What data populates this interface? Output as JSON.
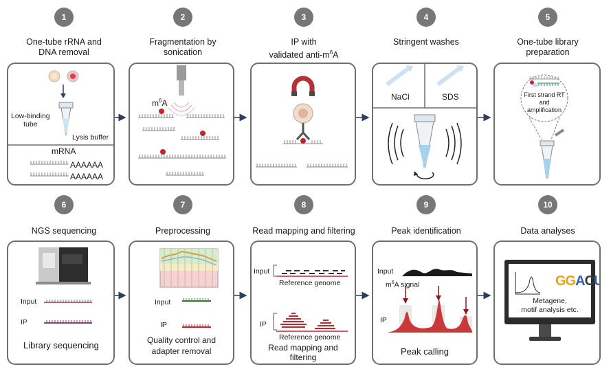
{
  "steps": [
    {
      "num": "1",
      "title_l1": "One-tube rRNA and",
      "title_l2": "DNA removal"
    },
    {
      "num": "2",
      "title_l1": "Fragmentation by",
      "title_l2": "sonication"
    },
    {
      "num": "3",
      "title_l1": "IP with",
      "title_l2": "validated anti-m6A"
    },
    {
      "num": "4",
      "title_l1": "Stringent washes",
      "title_l2": ""
    },
    {
      "num": "5",
      "title_l1": "One-tube library",
      "title_l2": "preparation"
    },
    {
      "num": "6",
      "title_l1": "NGS sequencing",
      "title_l2": ""
    },
    {
      "num": "7",
      "title_l1": "Preprocessing",
      "title_l2": ""
    },
    {
      "num": "8",
      "title_l1": "Read mapping and filtering",
      "title_l2": ""
    },
    {
      "num": "9",
      "title_l1": "Peak identification",
      "title_l2": ""
    },
    {
      "num": "10",
      "title_l1": "Data analyses",
      "title_l2": ""
    }
  ],
  "p1": {
    "tube": "Low-binding\ntube",
    "buffer": "Lysis buffer",
    "mrna": "mRNA",
    "polyA1": "AAAAAA",
    "polyA2": "AAAAAA"
  },
  "p2": {
    "mark": "m6A"
  },
  "p4": {
    "nacl": "NaCl",
    "sds": "SDS"
  },
  "p5": {
    "bubble": "First strand RT\nand\namplification"
  },
  "p6": {
    "input": "Input",
    "ip": "IP",
    "caption": "Library sequencing"
  },
  "p7": {
    "input": "Input",
    "ip": "IP",
    "caption1": "Quality control and",
    "caption2": "adapter removal"
  },
  "p8": {
    "input": "Input",
    "ip": "IP",
    "ref1": "Reference genome",
    "ref2": "Reference genome",
    "caption1": "Read mapping and",
    "caption2": "filtering"
  },
  "p9": {
    "input": "Input",
    "signal": "m6A signal",
    "ip": "IP",
    "caption": "Peak calling"
  },
  "p10": {
    "motif": "GGACU",
    "caption1": "Metagene,",
    "caption2": "motif analysis etc."
  },
  "colors": {
    "circle": "#777777",
    "border": "#6e6e6e",
    "m6a": "#c0262c",
    "peak": "#c8393c",
    "arrow": "#2f3e5c"
  }
}
